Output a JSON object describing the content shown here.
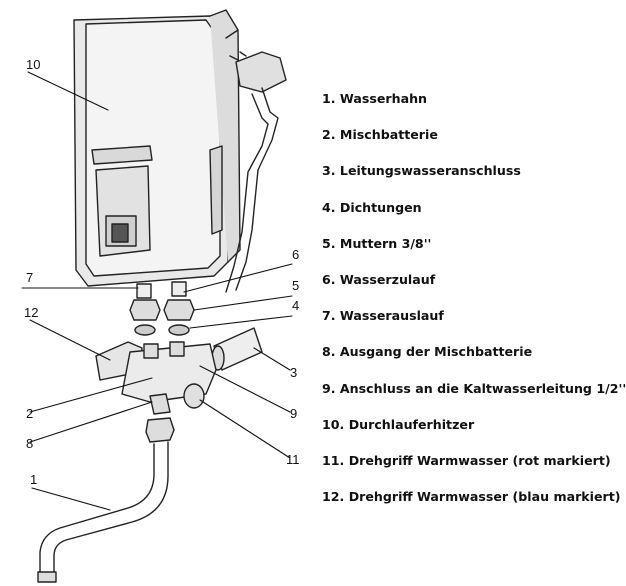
{
  "callouts": [
    "1",
    "2",
    "3",
    "4",
    "5",
    "6",
    "7",
    "8",
    "9",
    "10",
    "11",
    "12"
  ],
  "legend": [
    "1. Wasserhahn",
    "2. Mischbatterie",
    "3. Leitungswasseranschluss",
    "4. Dichtungen",
    "5. Muttern 3/8''",
    "6. Wasserzulauf",
    "7. Wasserauslauf",
    "8. Ausgang der Mischbatterie",
    "9. Anschluss an die Kaltwasserleitung 1/2''",
    "10. Durchlauferhitzer",
    "11. Drehgriff Warmwasser (rot markiert)",
    "12. Drehgriff Warmwasser (blau markiert)"
  ]
}
